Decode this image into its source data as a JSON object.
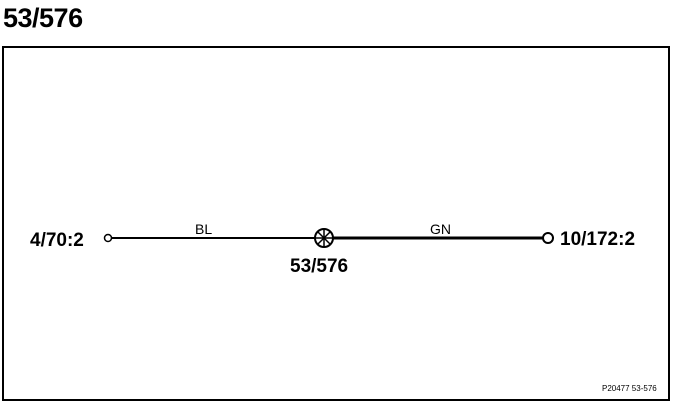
{
  "title": "53/576",
  "diagram": {
    "left_connector": "4/70:2",
    "right_connector": "10/172:2",
    "splice_label": "53/576",
    "left_wire_color": "BL",
    "right_wire_color": "GN",
    "reference": "P20477  53-576"
  }
}
